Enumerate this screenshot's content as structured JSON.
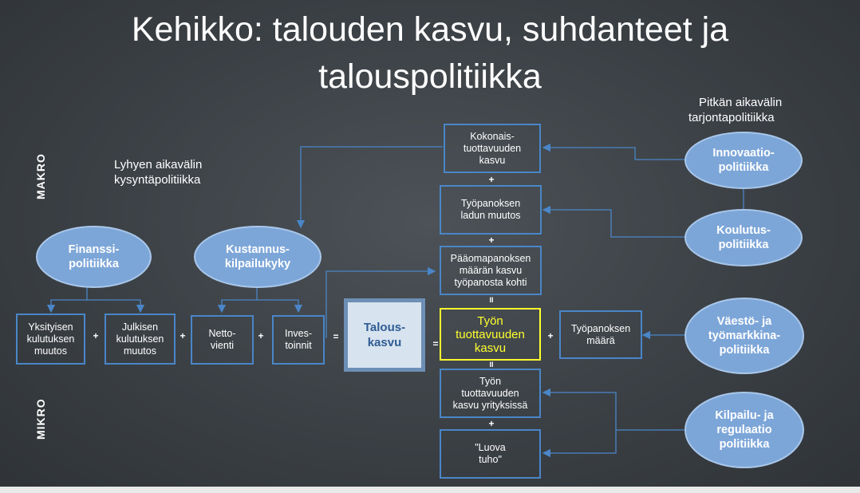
{
  "title": {
    "line1": "Kehikko: talouden kasvu, suhdanteet ja",
    "line2": "talouspolitiikka"
  },
  "side_labels": {
    "makro": "MAKRO",
    "mikro": "MIKRO"
  },
  "notes": {
    "short_term_1": "Lyhyen aikavälin",
    "short_term_2": "kysyntäpolitiikka",
    "long_term_1": "Pitkän aikavälin",
    "long_term_2": "tarjontapolitiikka"
  },
  "policies": {
    "finanssi": "Finanssi-\npolitiikka",
    "kustannus": "Kustannus-\nkilpailukyky",
    "innovaatio": "Innovaatio-\npolitiikka",
    "koulutus": "Koulutus-\npolitiikka",
    "vaesto": "Väestö- ja\ntyömarkkina-\npolitiikka",
    "kilpailu": "Kilpailu- ja\nregulaatio\npolitiikka"
  },
  "demand": {
    "yksityinen": "Yksityisen\nkulutuksen\nmuutos",
    "julkinen": "Julkisen\nkulutuksen\nmuutos",
    "netto": "Netto-\nvienti",
    "investoinnit": "Inves-\ntoinnit"
  },
  "center": {
    "talouskasvu": "Talous-\nkasvu"
  },
  "supply": {
    "kokonais": "Kokonais-\ntuottavuuden\nkasvu",
    "tyopanos_laatu": "Työpanoksen\nladun muutos",
    "paaoma": "Pääomapanoksen\nmäärän kasvu\ntyöpanosta kohti",
    "tyon_tuottavuus": "Työn\ntuottavuuden\nkasvu",
    "tyopanos_maara": "Työpanoksen\nmäärä",
    "yritykset": "Työn\ntuottavuuden\nkasvu yrityksissä",
    "luova": "\"Luova\ntuho\""
  },
  "operators": {
    "plus": "+",
    "equals": "=",
    "parallel": "II"
  }
}
